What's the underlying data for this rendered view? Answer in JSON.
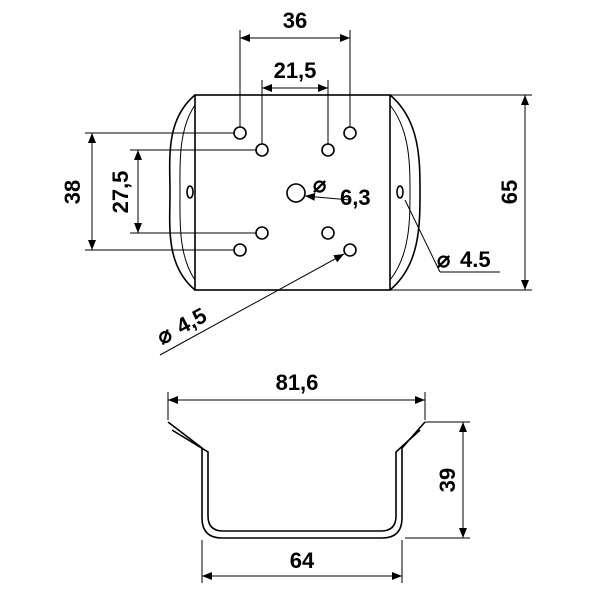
{
  "top_view": {
    "dim_hole_spacing_outer_x": "36",
    "dim_hole_spacing_inner_x": "21,5",
    "dim_hole_spacing_outer_y": "38",
    "dim_hole_spacing_inner_y": "27,5",
    "dim_center_hole": "6,3",
    "dim_height": "65",
    "dim_side_hole": "4.5",
    "dim_mount_hole": "4,5",
    "diameter_symbol": "⌀"
  },
  "side_view": {
    "dim_top_width": "81,6",
    "dim_depth": "39",
    "dim_bottom_width": "64"
  }
}
